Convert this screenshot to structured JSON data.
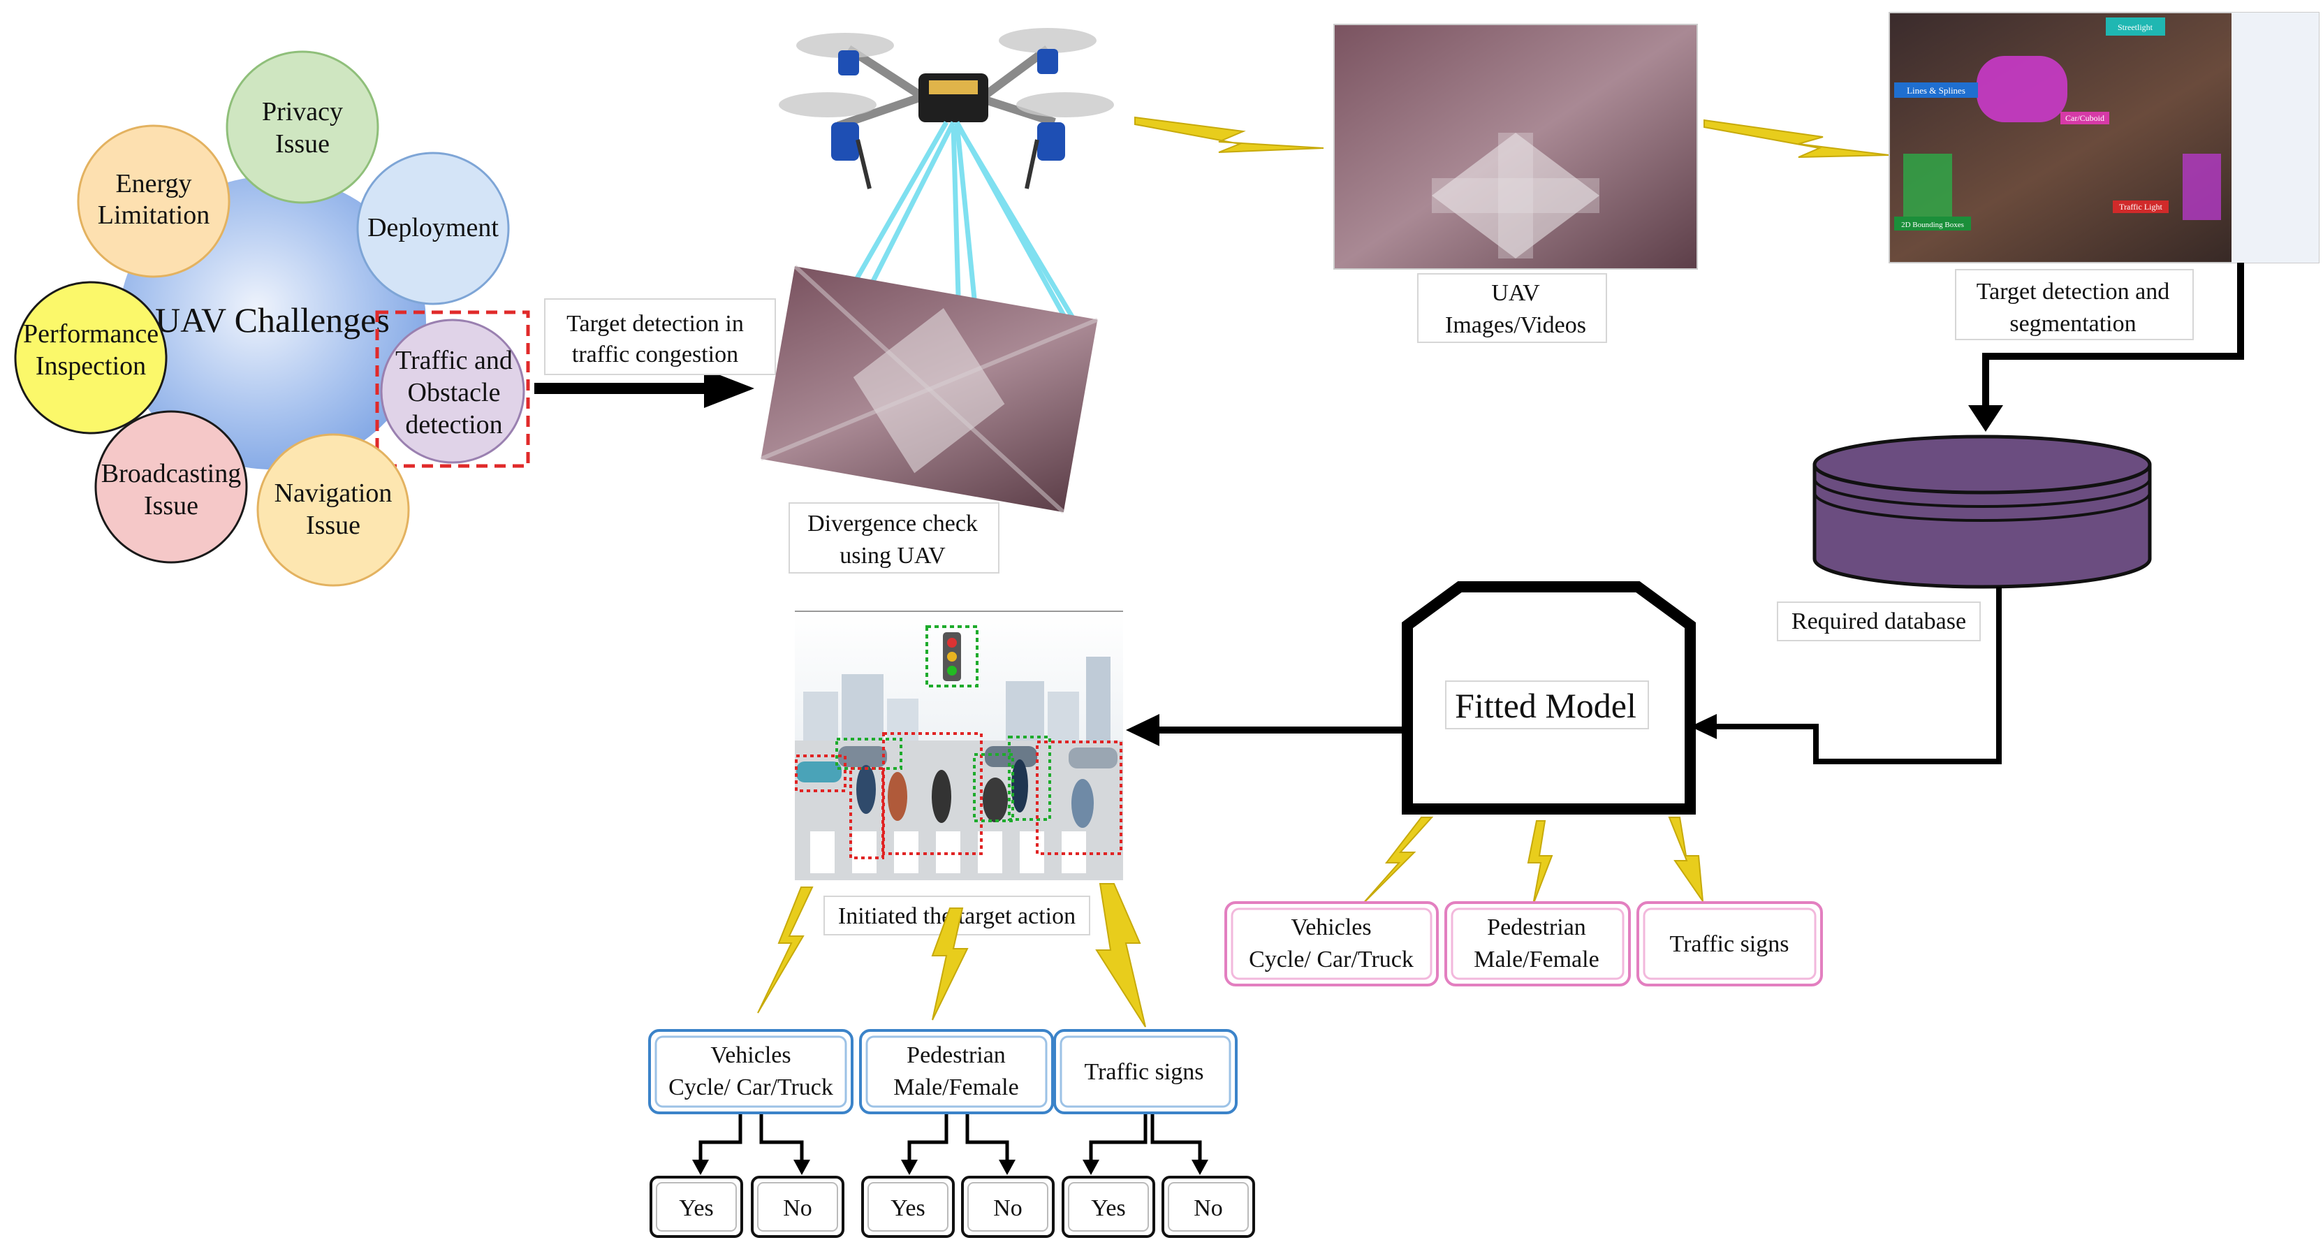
{
  "challenges": {
    "center": "UAV Challenges",
    "items": [
      {
        "line1": "Privacy",
        "line2": "Issue",
        "color": "#cfe6c1"
      },
      {
        "line1": "Energy",
        "line2": "Limitation",
        "color": "#fde0b0"
      },
      {
        "line1": "Deployment",
        "line2": "",
        "color": "#d4e4f7"
      },
      {
        "line1": "Performance",
        "line2": "Inspection",
        "color": "#fbf86a"
      },
      {
        "line1": "Traffic and",
        "line2": "Obstacle",
        "line3": "detection",
        "color": "#e0d3e8"
      },
      {
        "line1": "Broadcasting",
        "line2": "Issue",
        "color": "#f5c8c8"
      },
      {
        "line1": "Navigation",
        "line2": "Issue",
        "color": "#fde6b0"
      }
    ]
  },
  "arrow_label": {
    "line1": "Target detection in",
    "line2": "traffic congestion"
  },
  "divergence": {
    "line1": "Divergence check",
    "line2": "using UAV"
  },
  "uav_images": {
    "line1": "UAV",
    "line2": "Images/Videos"
  },
  "target_detection": {
    "line1": "Target detection and",
    "line2": "segmentation",
    "overlay_tags": [
      "Lines & Splines",
      "Car/Cuboid",
      "2D Bounding Boxes",
      "Traffic Light",
      "Streetlight"
    ]
  },
  "database": {
    "label": "Required database",
    "color": "#6b4d80"
  },
  "fitted_model": {
    "label": "Fitted Model"
  },
  "model_outputs": [
    {
      "line1": "Vehicles",
      "line2": "Cycle/ Car/Truck"
    },
    {
      "line1": "Pedestrian",
      "line2": "Male/Female"
    },
    {
      "line1": "Traffic signs",
      "line2": ""
    }
  ],
  "action": {
    "label": "Initiated the target action"
  },
  "action_outputs": [
    {
      "line1": "Vehicles",
      "line2": "Cycle/ Car/Truck",
      "yes": "Yes",
      "no": "No"
    },
    {
      "line1": "Pedestrian",
      "line2": "Male/Female",
      "yes": "Yes",
      "no": "No"
    },
    {
      "line1": "Traffic signs",
      "line2": "",
      "yes": "Yes",
      "no": "No"
    }
  ],
  "colors": {
    "lightning": "#e8cd1c",
    "beam": "#7fe0f0",
    "pink_box": "#e37fc0",
    "blue_box": "#3b83c9",
    "challenge_blob": "#8fb2ea"
  }
}
